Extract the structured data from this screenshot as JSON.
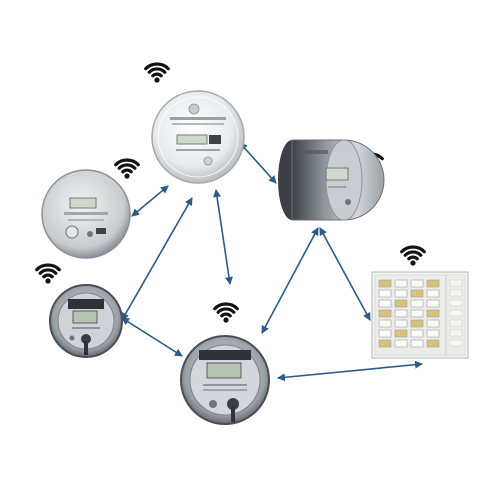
{
  "diagram": {
    "nodes": [
      {
        "id": "meter-top-center",
        "kind": "round-meter-clear-dome",
        "wireless": true,
        "lcd_text": "",
        "brand_mark": ""
      },
      {
        "id": "meter-left-upper",
        "kind": "round-meter-gray",
        "wireless": true,
        "lcd_text": ""
      },
      {
        "id": "meter-right-upper",
        "kind": "side-view-meter-gray",
        "wireless": true,
        "lcd_text": ""
      },
      {
        "id": "meter-left-lower",
        "kind": "round-meter-dark-ring",
        "wireless": true,
        "lcd_text": ""
      },
      {
        "id": "meter-bottom-center",
        "kind": "round-meter-dark-ring",
        "wireless": true,
        "lcd_text": ""
      },
      {
        "id": "breaker-panel",
        "kind": "electrical-breaker-panel",
        "wireless": true
      }
    ],
    "links": [
      {
        "from": "meter-top-center",
        "to": "meter-left-upper",
        "bidirectional": true
      },
      {
        "from": "meter-top-center",
        "to": "meter-right-upper",
        "bidirectional": true
      },
      {
        "from": "meter-top-center",
        "to": "meter-bottom-center",
        "bidirectional": true
      },
      {
        "from": "meter-top-center",
        "to": "meter-left-lower",
        "bidirectional": true
      },
      {
        "from": "meter-left-lower",
        "to": "meter-bottom-center",
        "bidirectional": true
      },
      {
        "from": "meter-right-upper",
        "to": "meter-bottom-center",
        "bidirectional": true
      },
      {
        "from": "meter-right-upper",
        "to": "breaker-panel",
        "bidirectional": true
      },
      {
        "from": "meter-bottom-center",
        "to": "breaker-panel",
        "bidirectional": true
      }
    ],
    "colors": {
      "arrow": "#2d5a86",
      "wifi": "#111111",
      "meter_body": "#e2e4e6",
      "meter_ring_dark": "#55595e",
      "lcd": "#cfd8cc",
      "panel": "#f1f1ef"
    }
  }
}
